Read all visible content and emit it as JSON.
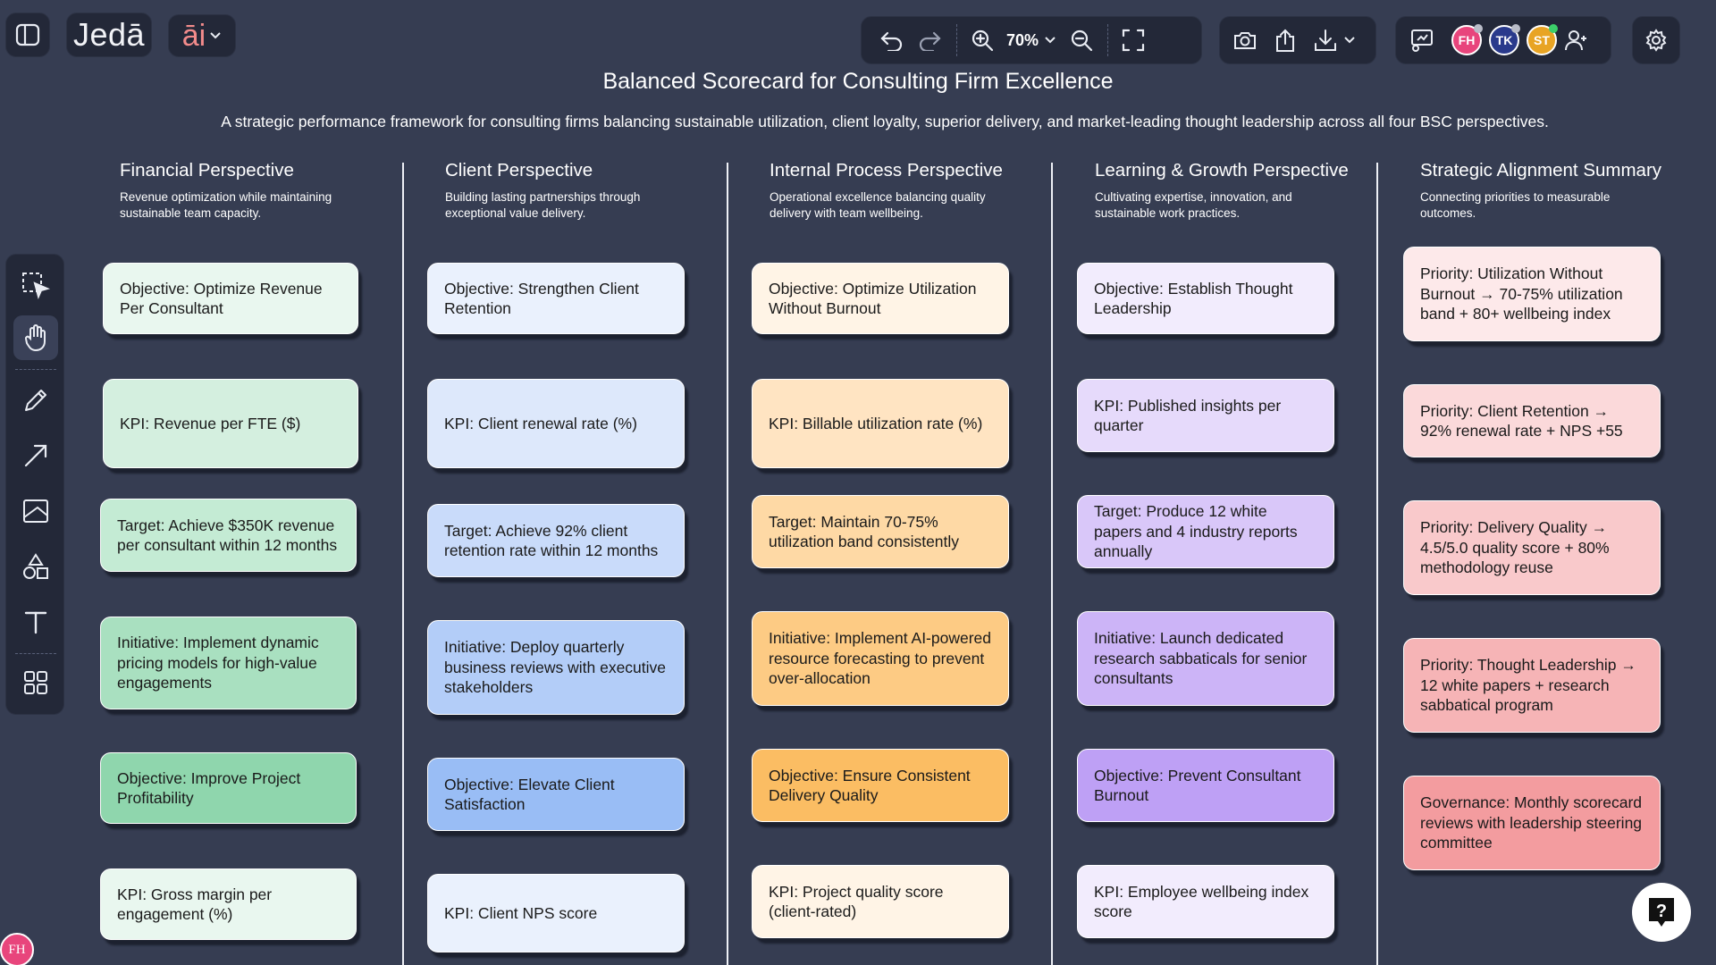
{
  "app": {
    "logo_text": "Jedā",
    "ai_label": "āi"
  },
  "toolbar": {
    "zoom": "70%",
    "avatars": [
      {
        "initials": "FH",
        "color": "#e8457c",
        "status": "#b9bcc8"
      },
      {
        "initials": "TK",
        "color": "#2a3a8c",
        "status": "#b9bcc8"
      },
      {
        "initials": "ST",
        "color": "#e8a424",
        "status": "#3ccf6a"
      }
    ]
  },
  "canvas": {
    "title": "Balanced Scorecard for Consulting Firm Excellence",
    "subtitle": "A strategic performance framework for consulting firms balancing sustainable utilization, client loyalty, superior delivery, and market-leading thought leadership across all four BSC perspectives.",
    "columns": [
      {
        "title": "Financial Perspective",
        "description": "Revenue optimization while maintaining sustainable team capacity.",
        "cards": [
          "Objective: Optimize Revenue Per Consultant",
          "KPI: Revenue per FTE ($)",
          "Target: Achieve $350K revenue per consultant within 12 months",
          "Initiative: Implement dynamic pricing models for high-value engagements",
          "Objective: Improve Project Profitability",
          "KPI: Gross margin per engagement (%)"
        ]
      },
      {
        "title": "Client Perspective",
        "description": "Building lasting partnerships through exceptional value delivery.",
        "cards": [
          "Objective: Strengthen Client Retention",
          "KPI: Client renewal rate (%)",
          "Target: Achieve 92% client retention rate within 12 months",
          "Initiative: Deploy quarterly business reviews with executive stakeholders",
          "Objective: Elevate Client Satisfaction",
          "KPI: Client NPS score"
        ]
      },
      {
        "title": "Internal Process Perspective",
        "description": "Operational excellence balancing quality delivery with team wellbeing.",
        "cards": [
          "Objective: Optimize Utilization Without Burnout",
          "KPI: Billable utilization rate (%)",
          "Target: Maintain 70-75% utilization band consistently",
          "Initiative: Implement AI-powered resource forecasting to prevent over-allocation",
          "Objective: Ensure Consistent Delivery Quality",
          "KPI: Project quality score (client-rated)"
        ]
      },
      {
        "title": "Learning & Growth Perspective",
        "description": "Cultivating expertise, innovation, and sustainable work practices.",
        "cards": [
          "Objective: Establish Thought Leadership",
          "KPI: Published insights per quarter",
          "Target: Produce 12 white papers and 4 industry reports annually",
          "Initiative: Launch dedicated research sabbaticals for senior consultants",
          "Objective: Prevent Consultant Burnout",
          "KPI: Employee wellbeing index score"
        ]
      },
      {
        "title": "Strategic Alignment Summary",
        "description": "Connecting priorities to measurable outcomes.",
        "cards": [
          "Priority: Utilization Without Burnout → 70-75% utilization band + 80+ wellbeing index",
          "Priority: Client Retention → 92% renewal rate + NPS +55",
          "Priority: Delivery Quality → 4.5/5.0 quality score + 80% methodology reuse",
          "Priority: Thought Leadership → 12 white papers + research sabbatical program",
          "Governance: Monthly scorecard reviews with leadership steering committee"
        ]
      }
    ]
  },
  "colors": {
    "financial": [
      "#e9f7ef",
      "#d4efdf",
      "#c4ebd4",
      "#a9e0c0",
      "#8fd6ad",
      "#e9f7ef"
    ],
    "client": [
      "#eaf1fd",
      "#dde8fb",
      "#c9dbfa",
      "#b3cdf8",
      "#99bdf5",
      "#eaf1fd"
    ],
    "internal": [
      "#fff4e6",
      "#ffe4c2",
      "#fed9a5",
      "#fdcb84",
      "#fbbd63",
      "#fff4e6"
    ],
    "learning": [
      "#f2ecfd",
      "#e6dafb",
      "#d9c7f9",
      "#ccb4f7",
      "#bea0f5",
      "#f2ecfd"
    ],
    "summary": [
      "#fde9ea",
      "#fbd9da",
      "#f9c9cb",
      "#f6b4b6",
      "#f39c9f"
    ]
  },
  "corner_avatar": "FH"
}
